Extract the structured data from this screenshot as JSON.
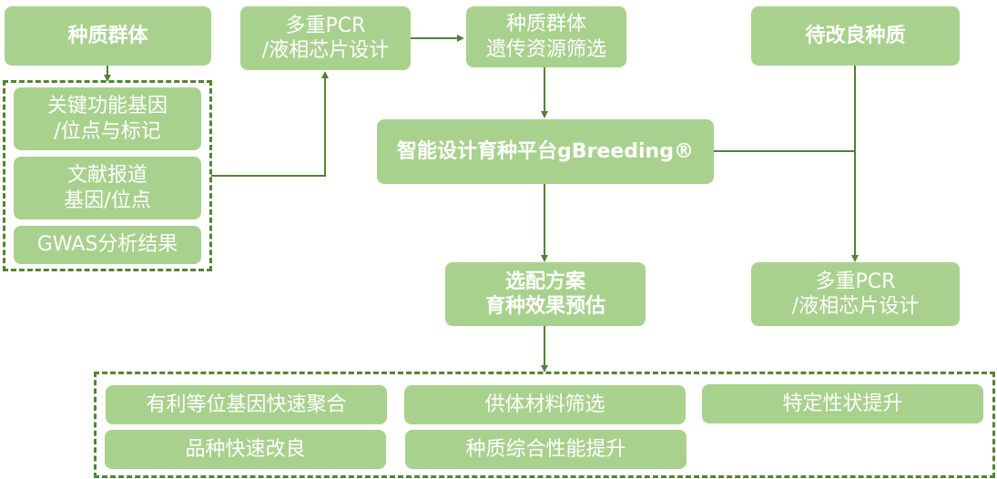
{
  "colors": {
    "box_fill": "#a9d18e",
    "line": "#548235",
    "text": "#ffffff"
  },
  "nodes": {
    "germplasm_population": "种质群体",
    "key_genes": "关键功能基因\n/位点与标记",
    "literature_genes": "文献报道\n基因/位点",
    "gwas_results": "GWAS分析结果",
    "pcr_design_top": "多重PCR\n/液相芯片设计",
    "resource_screening": "种质群体\n遗传资源筛选",
    "germplasm_to_improve": "待改良种质",
    "platform": "智能设计育种平台gBreeding®",
    "selection_plan": "选配方案\n育种效果预估",
    "pcr_design_bottom": "多重PCR\n/液相芯片设计"
  },
  "outcomes": [
    "有利等位基因快速聚合",
    "供体材料筛选",
    "特定性状提升",
    "品种快速改良",
    "种质综合性能提升"
  ]
}
